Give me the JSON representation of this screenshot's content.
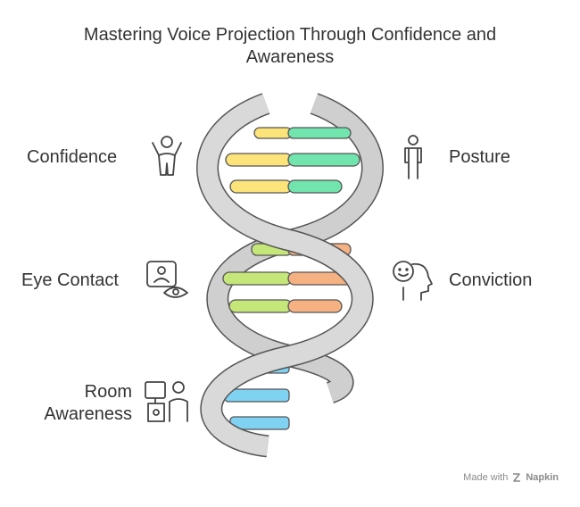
{
  "title": {
    "line1": "Mastering Voice Projection Through Confidence and",
    "line2": "Awareness"
  },
  "items": {
    "confidence": {
      "label": "Confidence",
      "icon": "person-arms-raised-icon"
    },
    "posture": {
      "label": "Posture",
      "icon": "standing-person-icon"
    },
    "eye_contact": {
      "label": "Eye Contact",
      "icon": "eye-contact-icon"
    },
    "conviction": {
      "label": "Conviction",
      "icon": "smiling-head-icon"
    },
    "room_awareness": {
      "line1": "Room",
      "line2": "Awareness",
      "icon": "presenter-at-board-icon"
    }
  },
  "colors": {
    "yellow": "#fce37a",
    "green": "#72e4ae",
    "lime": "#c5e77a",
    "orange": "#f6b183",
    "blue": "#7fd2f2",
    "strand": "#d4d4d4",
    "outline": "#555555"
  },
  "footer": {
    "made_with": "Made with",
    "brand": "Napkin"
  }
}
